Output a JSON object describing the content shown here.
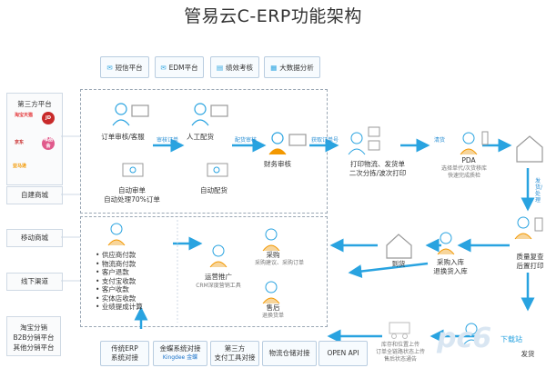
{
  "title": "管易云C-ERP功能架构",
  "top_boxes": [
    {
      "label": "短信平台",
      "icon": "message-icon"
    },
    {
      "label": "EDM平台",
      "icon": "email-icon"
    },
    {
      "label": "绩效考核",
      "icon": "chart-icon"
    },
    {
      "label": "大数据分析",
      "icon": "analytics-icon"
    }
  ],
  "left_panel": {
    "third_party": {
      "title": "第三方平台",
      "shops": [
        "淘宝天猫",
        "京东",
        "JD",
        "唯品会",
        "亚马逊"
      ]
    },
    "channels": [
      "自建商城",
      "移动商城",
      "线下渠道"
    ],
    "distribution": [
      "淘宝分销",
      "B2B分销平台",
      "其他分销平台"
    ]
  },
  "order_flow": {
    "order_review": "订单审核/客服",
    "manual_assign": "人工配货",
    "finance_review": "财务审核",
    "auto_review": [
      "自动审单",
      "自动处理70%订单"
    ],
    "auto_assign": "自动配货",
    "arrow_review": "审核订单",
    "arrow_assign": "配货审核",
    "arrow_ship": "获取订单号"
  },
  "warehouse_flow": {
    "print": [
      "打印物流、发货单",
      "二次分拣/波次打印"
    ],
    "arrow_pack": "清货",
    "pda": "PDA",
    "pda_sub": [
      "选择单代/次货移库",
      "快速完成质检"
    ],
    "ship": "发货",
    "receive": "采购入库",
    "return_receive": "退换货入库",
    "arrive": "到货",
    "quality": [
      "质量复查",
      "后置打印"
    ],
    "delivery_note": [
      "库存和位置上传",
      "订单全链路状态上传",
      "售后状态通告"
    ],
    "right_vertical": "发货/处理"
  },
  "finance_panel": {
    "items": [
      "供应商付款",
      "物流商付款",
      "客户退款",
      "支付宝收款",
      "客户收款",
      "实体店收款",
      "业绩提成计算"
    ],
    "operation": "运营推广",
    "operation_sub": "CRM深度营销工具",
    "purchase": "采购",
    "purchase_sub": "采购建议、采购订单",
    "after_sales": "售后",
    "after_sales_sub": "退换货单"
  },
  "bottom_boxes": [
    {
      "lines": [
        "传统ERP",
        "系统对接"
      ]
    },
    {
      "lines": [
        "金蝶系统对接",
        "Kingdee 金蝶"
      ]
    },
    {
      "lines": [
        "第三方",
        "支付工具对接"
      ]
    },
    {
      "lines": [
        "物流仓储对接",
        ""
      ]
    },
    {
      "lines": [
        "OPEN API",
        ""
      ]
    }
  ],
  "watermark": "pc6",
  "watermark_sub": "下载站",
  "colors": {
    "arrow": "#29a3e0",
    "border": "#b9cde0",
    "dash": "#9aa7b4",
    "icon": "#29a3e0"
  }
}
